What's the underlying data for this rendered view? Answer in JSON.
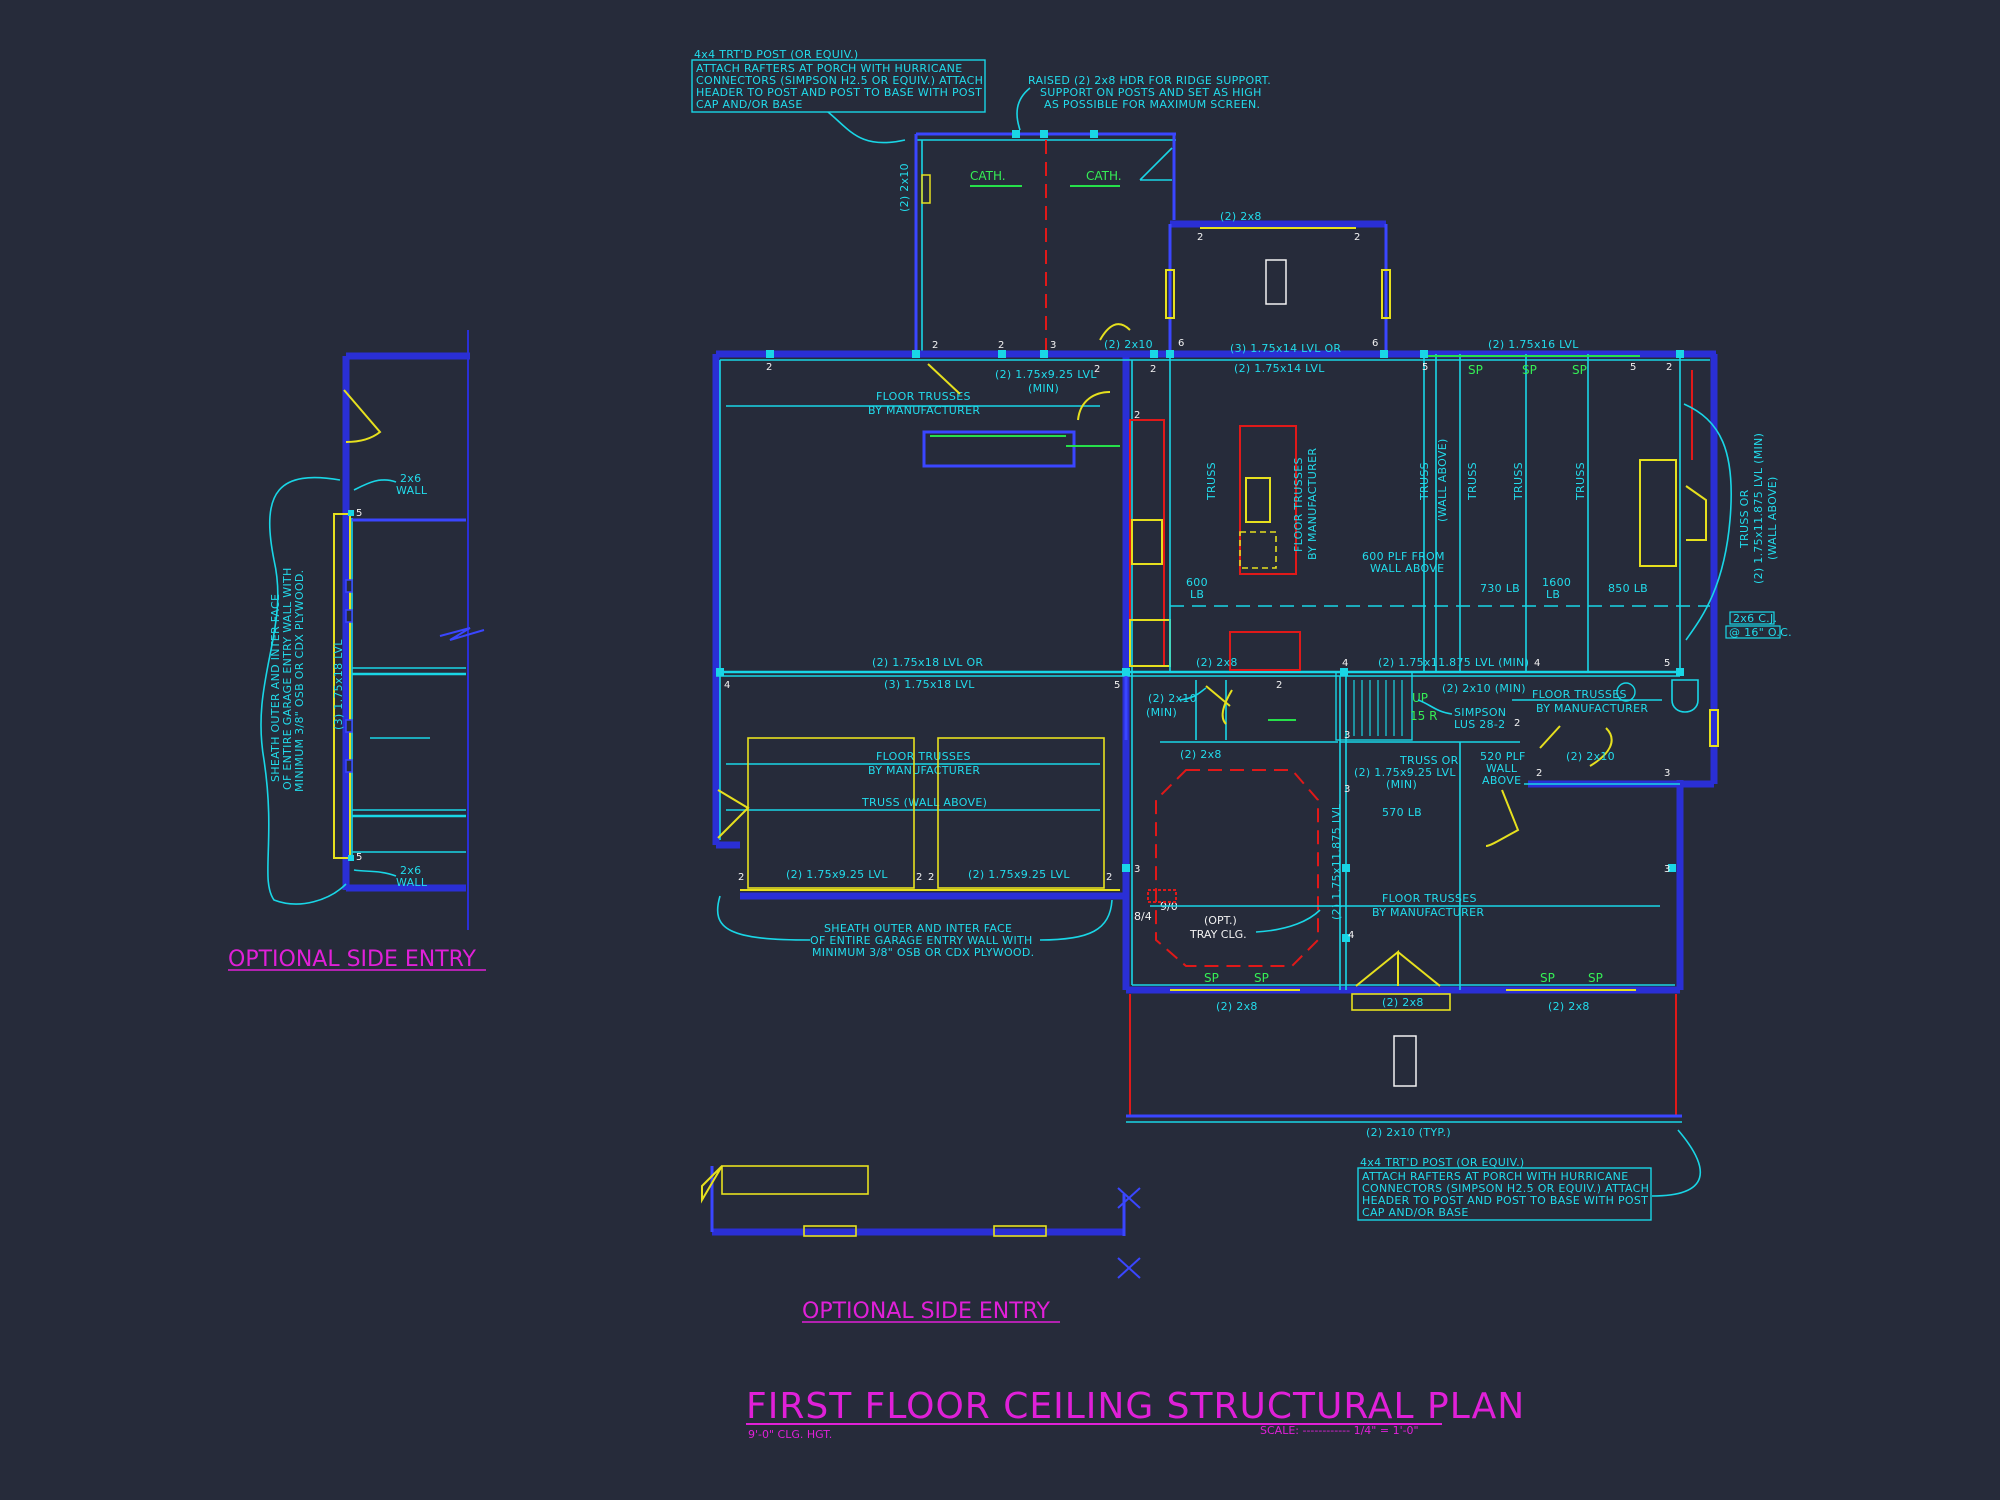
{
  "title": "FIRST FLOOR CEILING STRUCTURAL PLAN",
  "clg_height": "9'-0\" CLG. HGT.",
  "scale": "SCALE: ------------ 1/4\" = 1'-0\"",
  "side_entry_label_left": "OPTIONAL SIDE ENTRY",
  "side_entry_label_bottom": "OPTIONAL SIDE ENTRY",
  "notes": {
    "porch_top": [
      "4x4 TRT'D POST (OR EQUIV.)",
      "ATTACH RAFTERS AT PORCH WITH HURRICANE",
      "CONNECTORS (SIMPSON H2.5 OR EQUIV.) ATTACH",
      "HEADER TO POST AND POST TO BASE WITH POST",
      "CAP AND/OR BASE"
    ],
    "porch_bottom": [
      "4x4 TRT'D POST (OR EQUIV.)",
      "ATTACH RAFTERS AT PORCH WITH HURRICANE",
      "CONNECTORS (SIMPSON H2.5 OR EQUIV.) ATTACH",
      "HEADER TO POST AND POST TO BASE WITH POST",
      "CAP AND/OR BASE"
    ],
    "raised_hdr": [
      "RAISED (2) 2x8 HDR FOR RIDGE SUPPORT.",
      "SUPPORT ON POSTS AND SET AS HIGH",
      "AS POSSIBLE FOR MAXIMUM SCREEN."
    ],
    "garage_sheath": [
      "SHEATH OUTER AND INTER FACE",
      "OF ENTIRE GARAGE ENTRY WALL WITH",
      "MINIMUM 3/8\" OSB OR CDX PLYWOOD."
    ],
    "side_sheath": [
      "SHEATH OUTER AND INTER FACE",
      "OF ENTIRE GARAGE ENTRY WALL WITH",
      "MINIMUM 3/8\" OSB OR CDX PLYWOOD."
    ]
  },
  "labels": {
    "cath_left": "CATH.",
    "cath_right": "CATH.",
    "porch_2x10": "(2) 2x10",
    "deck_2x8": "(2) 2x8",
    "h_2x10_top": "(2) 2x10",
    "lvl_3_14": "(3) 1.75x14 LVL OR",
    "lvl_2_14": "(2) 1.75x14 LVL",
    "lvl_2_16": "(2) 1.75x16 LVL",
    "lvl_9_25_min_a": "(2) 1.75x9.25 LVL",
    "lvl_9_25_min_b": "(MIN)",
    "floor_trusses_a1": "FLOOR TRUSSES",
    "floor_trusses_a2": "BY MANUFACTURER",
    "truss_1": "TRUSS",
    "floor_trusses_v1": "FLOOR TRUSSES",
    "floor_trusses_v2": "BY MANUFACTURER",
    "truss_wall_above_v": "TRUSS",
    "wall_above_v": "(WALL ABOVE)",
    "truss_2": "TRUSS",
    "truss_3": "TRUSS",
    "truss_4": "TRUSS",
    "plf_600_a": "600 PLF FROM",
    "plf_600_b": "WALL ABOVE",
    "lb_600_a": "600",
    "lb_600_b": "LB",
    "lb_730": "730 LB",
    "lb_1600_a": "1600",
    "lb_1600_b": "LB",
    "lb_850": "850 LB",
    "truss_or_right_1": "TRUSS OR",
    "truss_or_right_2": "(2) 1.75x11.875 LVL (MIN)",
    "truss_or_right_3": "(WALL ABOVE)",
    "c2x6_16oc_a": "2x6 C.J.",
    "c2x6_16oc_b": "@ 16\" O.C.",
    "lvl_18_or": "(2) 1.75x18 LVL OR",
    "lvl_3_18": "(3) 1.75x18 LVL",
    "lvl_11875_min": "(2) 1.75x11.875 LVL (MIN)",
    "h2x8_mid": "(2) 2x8",
    "h2x10_min_a": "(2) 2x10",
    "h2x10_min_b": "(MIN)",
    "h2x8_hall": "(2) 2x8",
    "h2x10_min_c": "(2) 2x10 (MIN)",
    "up": "UP",
    "r15": "15 R",
    "simpson_a": "SIMPSON",
    "simpson_b": "LUS 28-2",
    "floor_trusses_b1": "FLOOR TRUSSES",
    "floor_trusses_b2": "BY MANUFACTURER",
    "h2x10_right": "(2) 2x10",
    "truss_or_mid_1": "TRUSS OR",
    "truss_or_mid_2": "(2) 1.75x9.25 LVL",
    "truss_or_mid_3": "(MIN)",
    "plf_520_a": "520 PLF",
    "plf_520_b": "WALL",
    "plf_520_c": "ABOVE",
    "lb_570": "570 LB",
    "garage_ft_1": "FLOOR TRUSSES",
    "garage_ft_2": "BY MANUFACTURER",
    "garage_truss_wall": "TRUSS (WALL ABOVE)",
    "garage_hdr_left": "(2) 1.75x9.25 LVL",
    "garage_hdr_right": "(2) 1.75x9.25 LVL",
    "lvl_11875_v": "(2) 1.75x11.875 LVL",
    "tray_a": "(OPT.)",
    "tray_b": "TRAY CLG.",
    "ratio_94": "9/0",
    "ratio_84": "8/4",
    "front_ft_1": "FLOOR TRUSSES",
    "front_ft_2": "BY MANUFACTURER",
    "front_2x8_left": "(2) 2x8",
    "front_2x8_mid": "(2) 2x8",
    "front_2x8_right": "(2) 2x8",
    "front_porch_2x10": "(2) 2x10 (TYP.)",
    "side_2x6_a1": "2x6",
    "side_2x6_a2": "WALL",
    "side_2x6_b1": "2x6",
    "side_2x6_b2": "WALL",
    "side_lvl": "(3) 1.75x18 LVL",
    "sp": "SP"
  }
}
